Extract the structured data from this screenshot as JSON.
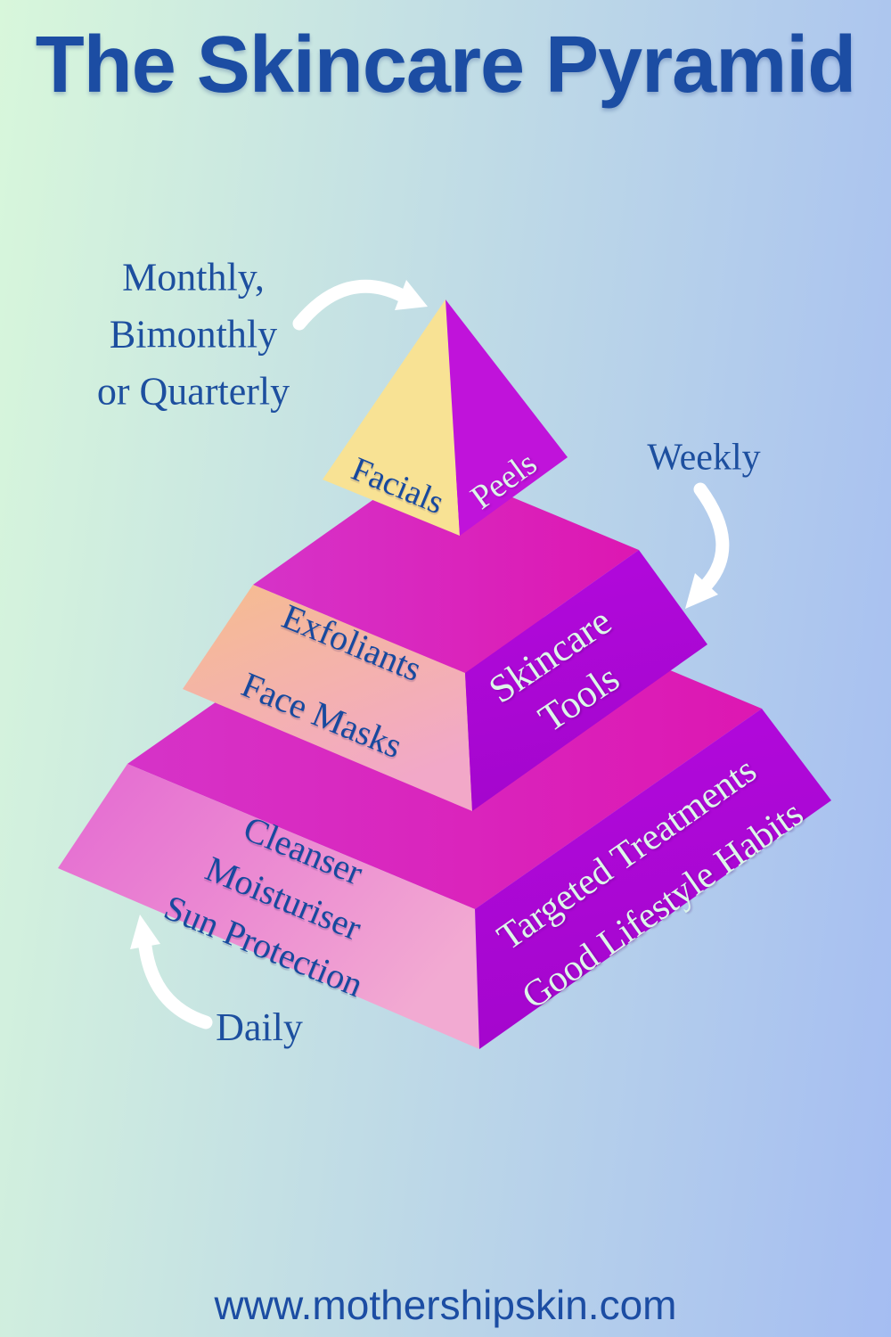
{
  "title": "The Skincare Pyramid",
  "annotations": {
    "top_frequency": {
      "lines": [
        "Monthly,",
        "Bimonthly",
        "or Quarterly"
      ]
    },
    "middle_frequency": {
      "label": "Weekly"
    },
    "bottom_frequency": {
      "label": "Daily"
    }
  },
  "pyramid": {
    "top_tier": {
      "left_face_label": "Facials",
      "right_face_label": "Peels"
    },
    "middle_tier": {
      "left_face_lines": [
        "Exfoliants",
        "Face Masks"
      ],
      "right_face_lines": [
        "Skincare",
        "Tools"
      ]
    },
    "bottom_tier": {
      "left_face_lines": [
        "Cleanser",
        "Moisturiser",
        "Sun Protection"
      ],
      "right_face_lines": [
        "Targeted Treatments",
        "Good Lifestyle Habits"
      ]
    }
  },
  "footer": {
    "website": "www.mothershipskin.com"
  },
  "colors": {
    "background_left": "#d8f7db",
    "background_right": "#a5bdf2",
    "title_blue": "#1c4da3",
    "label_blue": "#1d4f9f",
    "face_text_blue": "#17499e",
    "face_text_mint": "#ddf7e9",
    "yellow_face": "#f8e294",
    "top_tier_purple": "#c013da",
    "band_left": "#d633c8",
    "band_right": "#dd17b2",
    "mid_left_peach": "#f6bd8e",
    "mid_left_pink": "#f2a8c8",
    "purple_bright": "#b309dd",
    "purple_deep": "#a406cd",
    "bottom_left_deep": "#e468d2",
    "bottom_left_light": "#f2aad2",
    "arrow_white": "#ffffff"
  }
}
